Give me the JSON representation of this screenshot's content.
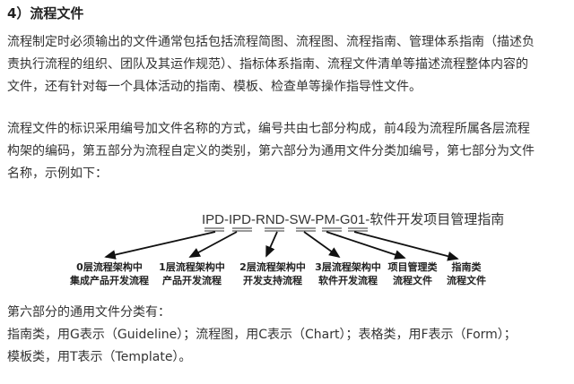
{
  "heading": "4）流程文件",
  "paragraph1": {
    "lines": [
      "流程制定时必须输出的文件通常包括包括流程简图、流程图、流程指南、管理体系指南（描述负",
      "责执行流程的组织、团队及其运作规范）、指标体系指南、流程文件清单等描述流程整体内容的",
      "文件，还有针对每一个具体活动的指南、模板、检查单等操作指导性文件。"
    ]
  },
  "paragraph2": {
    "lines": [
      "流程文件的标识采用编号加文件名称的方式，编号共由七部分构成，前4段为流程所属各层流程",
      "构架的编码，第五部分为流程自定义的类别，第六部分为通用文件分类加编号，第七部分为文件",
      "名称，示例如下："
    ]
  },
  "example": {
    "code": "IPD-IPD-RND-SW-PM-G01-软件开发项目管理指南",
    "labels": [
      {
        "line1": "0层流程架构中",
        "line2": "集成产品开发流程"
      },
      {
        "line1": "1层流程架构中",
        "line2": "产品开发流程"
      },
      {
        "line1": "2层流程架构中",
        "line2": "开发支持流程"
      },
      {
        "line1": "3层流程架构中",
        "line2": "软件开发流程"
      },
      {
        "line1": "项目管理类",
        "line2": "流程文件"
      },
      {
        "line1": "指南类",
        "line2": "流程文件"
      }
    ]
  },
  "paragraph3": {
    "lines": [
      "第六部分的通用文件分类有：",
      "指南类，用G表示（Guideline）；流程图，用C表示（Chart）；表格类，用F表示（Form）；",
      "模板类，用T表示（Template）。"
    ]
  }
}
